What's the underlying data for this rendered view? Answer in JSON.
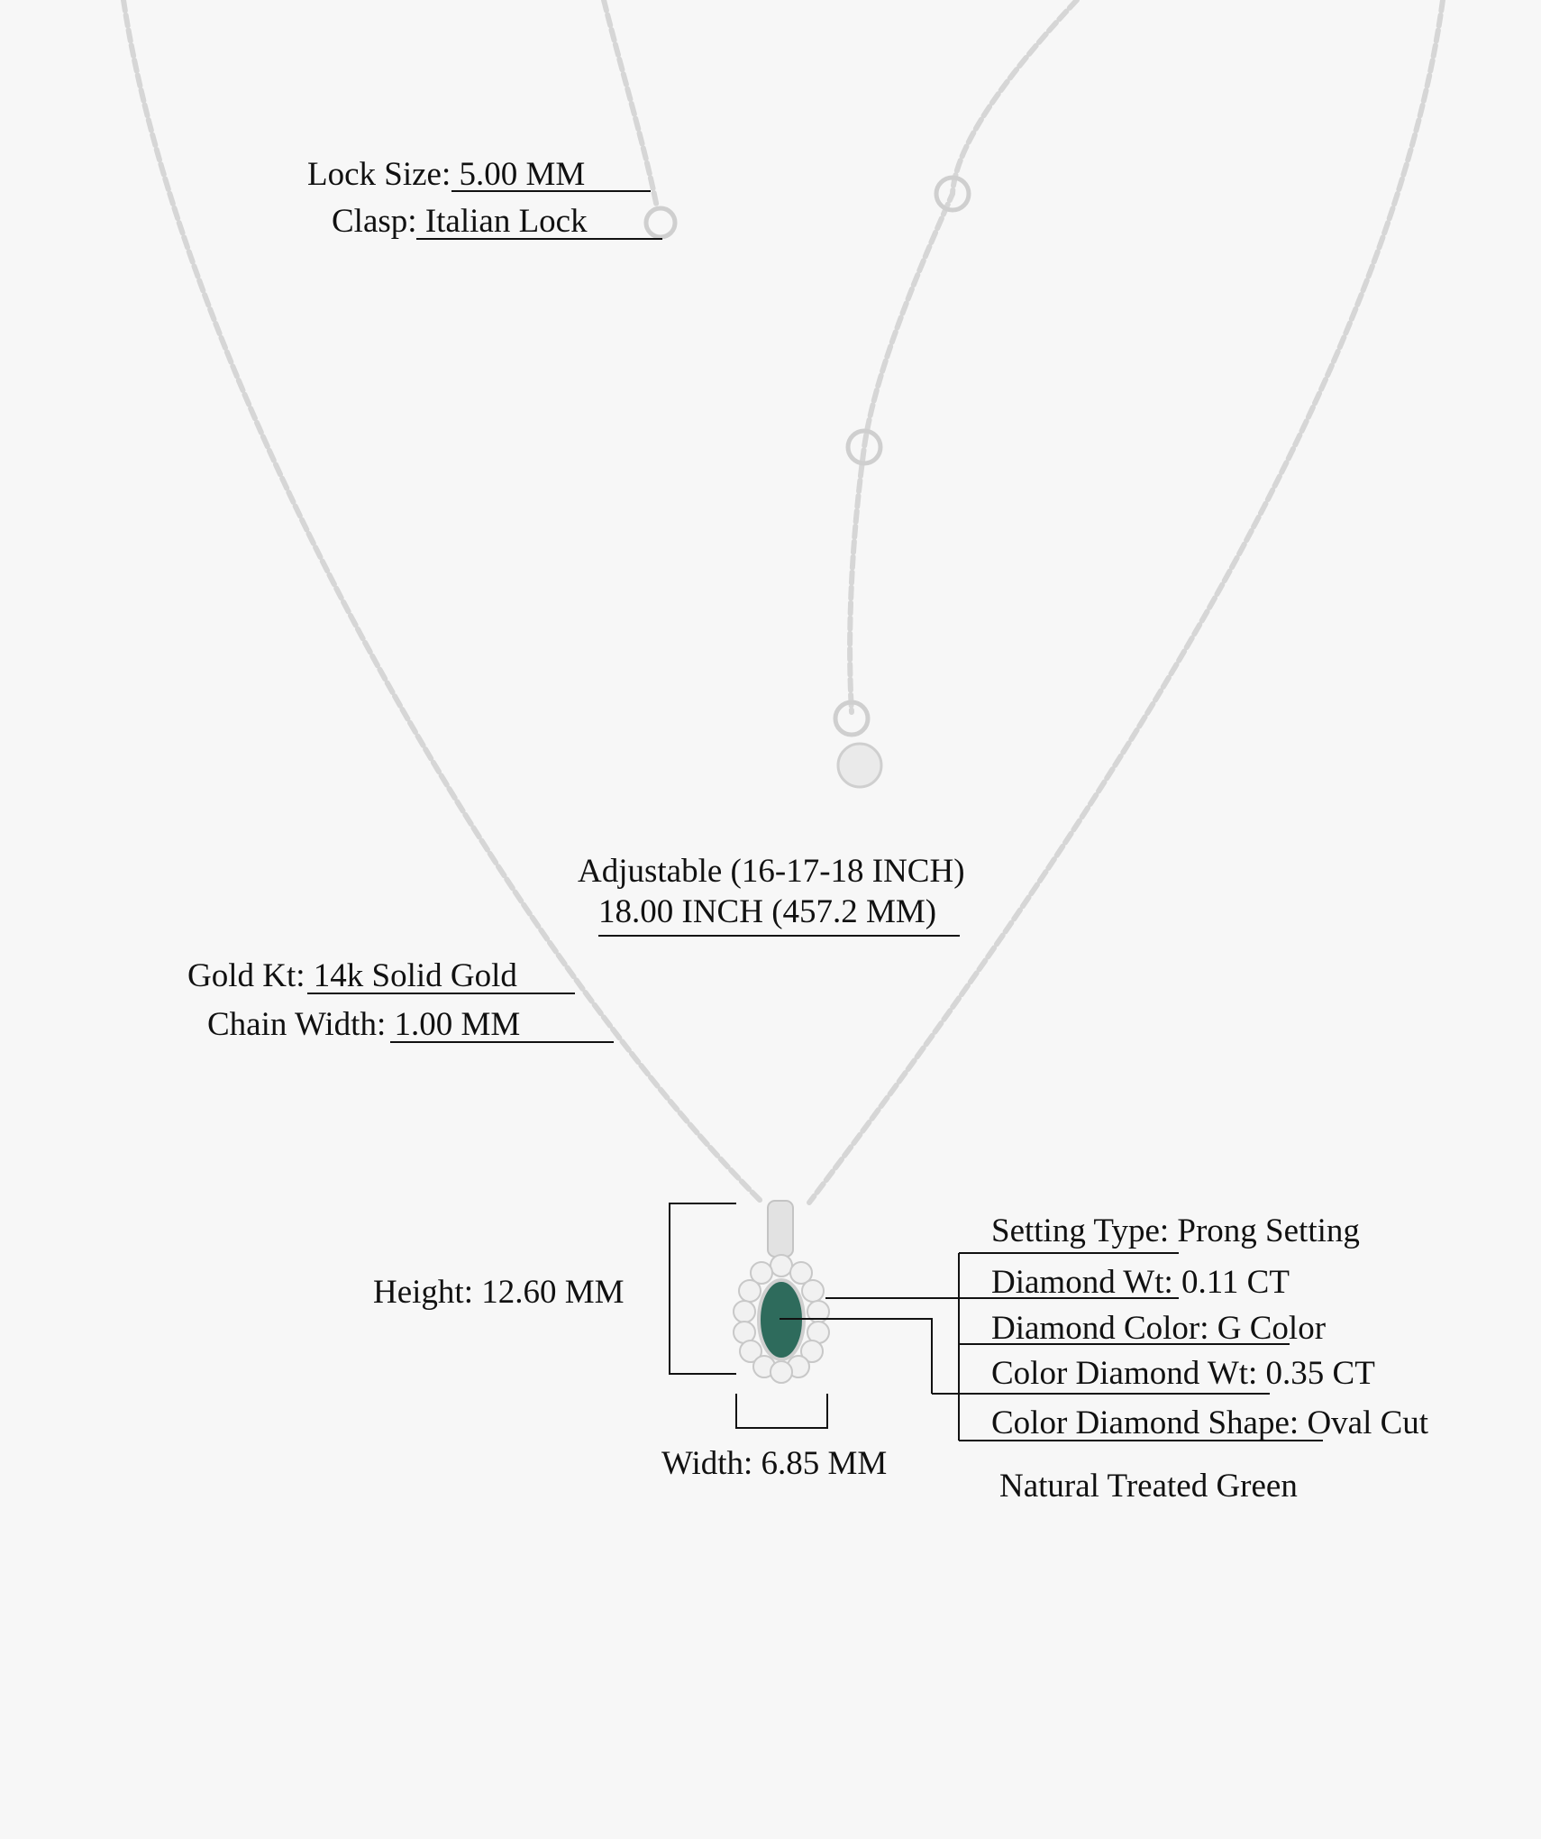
{
  "clasp_specs": {
    "lock_size_label": "Lock Size:",
    "lock_size_value": "5.00 MM",
    "clasp_label": "Clasp:",
    "clasp_value": "Italian Lock"
  },
  "length": {
    "adjustable": "Adjustable (16-17-18 INCH)",
    "length_value": "18.00 INCH (457.2 MM)"
  },
  "chain_specs": {
    "gold_kt_label": "Gold Kt:",
    "gold_kt_value": "14k Solid Gold",
    "chain_width_label": "Chain Width:",
    "chain_width_value": "1.00 MM"
  },
  "pendant_dims": {
    "height": "Height: 12.60 MM",
    "width": "Width: 6.85 MM"
  },
  "stone_specs": {
    "setting_type_label": "Setting Type:",
    "setting_type_value": "Prong Setting",
    "diamond_wt_label": "Diamond Wt:",
    "diamond_wt_value": "0.11 CT",
    "diamond_color_label": "Diamond Color:",
    "diamond_color_value": "G Color",
    "color_diamond_wt_label": "Color Diamond Wt:",
    "color_diamond_wt_value": "0.35 CT",
    "color_diamond_shape_label": "Color Diamond Shape:",
    "color_diamond_shape_value": "Oval Cut",
    "stone_note": "Natural Treated Green"
  },
  "colors": {
    "metal": "#d9d9d9",
    "gem": "#2e6b5c",
    "line": "#111111"
  }
}
